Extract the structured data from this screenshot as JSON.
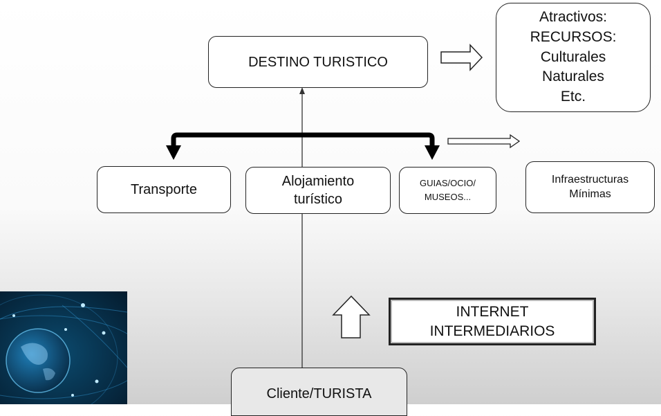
{
  "nodes": {
    "destino": {
      "lines": [
        "DESTINO TURISTICO"
      ]
    },
    "atractivos": {
      "lines": [
        "Atractivos:",
        "RECURSOS:",
        "Culturales",
        "Naturales",
        "Etc."
      ]
    },
    "transporte": {
      "lines": [
        "Transporte"
      ]
    },
    "alojamiento": {
      "lines": [
        "Alojamiento",
        "turístico"
      ]
    },
    "guias": {
      "lines": [
        "GUIAS/OCIO/",
        "MUSEOS..."
      ]
    },
    "infraestructuras": {
      "lines": [
        "Infraestructuras",
        "Mínimas"
      ]
    },
    "internet": {
      "lines": [
        "INTERNET",
        "INTERMEDIARIOS"
      ]
    },
    "cliente": {
      "lines": [
        "Cliente/TURISTA"
      ]
    }
  },
  "icons": {
    "globe": "world-network-globe-icon"
  },
  "colors": {
    "box_border": "#222222",
    "box_fill": "#ffffff",
    "globe_bg": "#06263f",
    "globe_glow": "#3fb6ff"
  }
}
